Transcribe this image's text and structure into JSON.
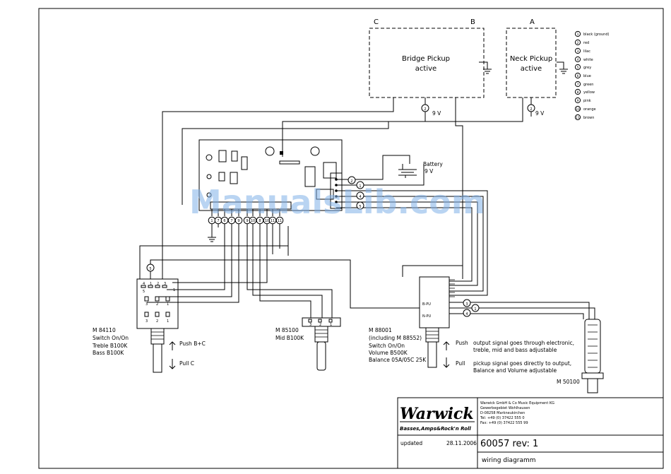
{
  "watermark": "ManualsLib.com",
  "pickups": {
    "bridge": {
      "label_c": "C",
      "label_b": "B",
      "name": "Bridge Pickup",
      "type": "active",
      "wire": "2",
      "voltage": "9 V"
    },
    "neck": {
      "label_a": "A",
      "name": "Neck Pickup",
      "type": "active",
      "wire": "2",
      "voltage": "9 V"
    }
  },
  "color_legend": [
    {
      "num": "1",
      "label": "black (ground)"
    },
    {
      "num": "2",
      "label": "red"
    },
    {
      "num": "3",
      "label": "lilac"
    },
    {
      "num": "4",
      "label": "white"
    },
    {
      "num": "5",
      "label": "grey"
    },
    {
      "num": "6",
      "label": "blue"
    },
    {
      "num": "7",
      "label": "green"
    },
    {
      "num": "8",
      "label": "yellow"
    },
    {
      "num": "9",
      "label": "pink"
    },
    {
      "num": "10",
      "label": "orange"
    },
    {
      "num": "11",
      "label": "brown"
    }
  ],
  "battery": {
    "label": "Battery",
    "voltage": "9 V"
  },
  "board_side_wires": [
    "2",
    "1",
    "4",
    "5"
  ],
  "board_bottom_wires": [
    "1",
    "7",
    "6",
    "7",
    "9",
    "9",
    "10",
    "8",
    "10",
    "11",
    "11"
  ],
  "switch_pot_m84110": {
    "lines": [
      "M 84110",
      "Switch On/On",
      "Treble B100K",
      "Bass B100K"
    ],
    "push": "Push   B+C",
    "pull": "Pull    C",
    "top_wire": "5",
    "pins_top": [
      "4",
      "1",
      "2",
      "3",
      "5",
      "1"
    ],
    "pins_mid": [
      "3",
      "2",
      "1"
    ],
    "pins_bot": [
      "3",
      "2",
      "1"
    ]
  },
  "pot_m85100": {
    "lines": [
      "M 85100",
      "Mid B100K"
    ],
    "pins": [
      "3",
      "2",
      "1"
    ]
  },
  "pot_m88001": {
    "lines": [
      "M 88001",
      "(including M 88552)",
      "Switch On/On",
      "Volume B500K",
      "Balance 05A/05C 25K"
    ],
    "b_pu": "B-PU",
    "n_pu": "N-PU",
    "out_wires": [
      "3",
      "1",
      "4"
    ],
    "push": "Push",
    "pull": "Pull",
    "push_desc": [
      "output signal goes through electronic,",
      "treble, mid and bass adjustable"
    ],
    "pull_desc": [
      "pickup signal goes directly to output,",
      "Balance and Volume adjustable"
    ]
  },
  "jack": {
    "label": "M 50100"
  },
  "title_block": {
    "logo": "Warwick",
    "tagline": "Basses,Amps&Rock'n Roll",
    "company": [
      "Warwick GmbH & Co Music Equipment KG",
      "Gewerbegebiet Wohlhausen",
      "D-08258 Markneukirchen",
      "Tel: +49 (0) 37422 555 0",
      "Fax: +49 (0) 37422 555 99"
    ],
    "updated_label": "updated",
    "updated_date": "28.11.2006",
    "doc_number": "60057 rev: 1",
    "doc_title": "wiring diagramm"
  }
}
